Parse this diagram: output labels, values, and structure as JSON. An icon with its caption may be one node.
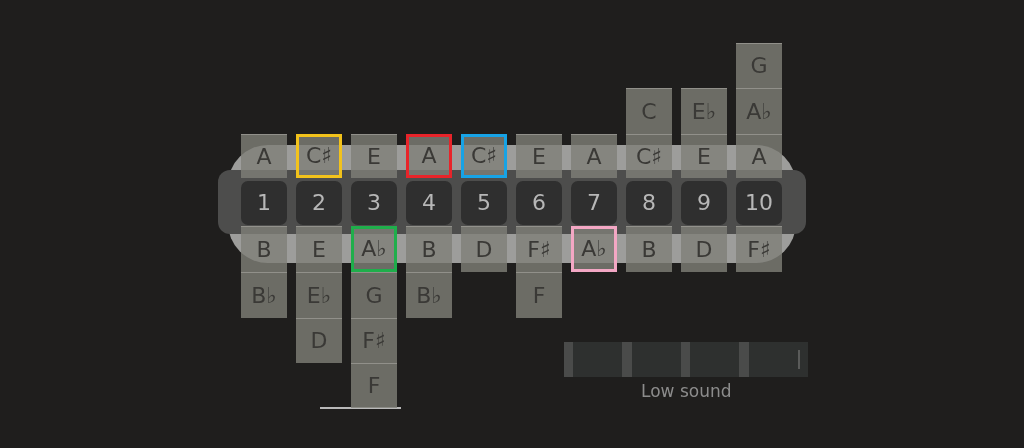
{
  "diagram": {
    "nodes": [
      {
        "text": [
          "G"
        ]
      },
      {
        "text": [
          "C"
        ]
      },
      {
        "text": [
          "E♭"
        ]
      },
      {
        "text": [
          "A♭"
        ]
      },
      {
        "text": [
          "A"
        ]
      },
      {
        "text": [
          "C♯"
        ]
      },
      {
        "text": [
          "E"
        ]
      },
      {
        "text": [
          "A"
        ]
      },
      {
        "text": [
          "C♯"
        ]
      },
      {
        "text": [
          "E"
        ]
      },
      {
        "text": [
          "A"
        ]
      },
      {
        "text": [
          "C♯"
        ]
      },
      {
        "text": [
          "E"
        ]
      },
      {
        "text": [
          "A"
        ]
      },
      {
        "text": [
          "1"
        ]
      },
      {
        "text": [
          "2"
        ]
      },
      {
        "text": [
          "3"
        ]
      },
      {
        "text": [
          "4"
        ]
      },
      {
        "text": [
          "5"
        ]
      },
      {
        "text": [
          "6"
        ]
      },
      {
        "text": [
          "7"
        ]
      },
      {
        "text": [
          "8"
        ]
      },
      {
        "text": [
          "9"
        ]
      },
      {
        "text": [
          "10"
        ]
      },
      {
        "text": [
          "B"
        ]
      },
      {
        "text": [
          "E"
        ]
      },
      {
        "text": [
          "A♭"
        ]
      },
      {
        "text": [
          "B"
        ]
      },
      {
        "text": [
          "D"
        ]
      },
      {
        "text": [
          "F♯"
        ]
      },
      {
        "text": [
          "A♭"
        ]
      },
      {
        "text": [
          "B"
        ]
      },
      {
        "text": [
          "D"
        ]
      },
      {
        "text": [
          "F♯"
        ]
      },
      {
        "text": [
          "B♭"
        ]
      },
      {
        "text": [
          "E♭"
        ]
      },
      {
        "text": [
          "G"
        ]
      },
      {
        "text": [
          "B♭"
        ]
      },
      {
        "text": [
          "F"
        ]
      },
      {
        "text": [
          "D"
        ]
      },
      {
        "text": [
          "F♯"
        ]
      },
      {
        "text": [
          "F"
        ]
      }
    ],
    "labels": [
      "Low sound"
    ]
  }
}
